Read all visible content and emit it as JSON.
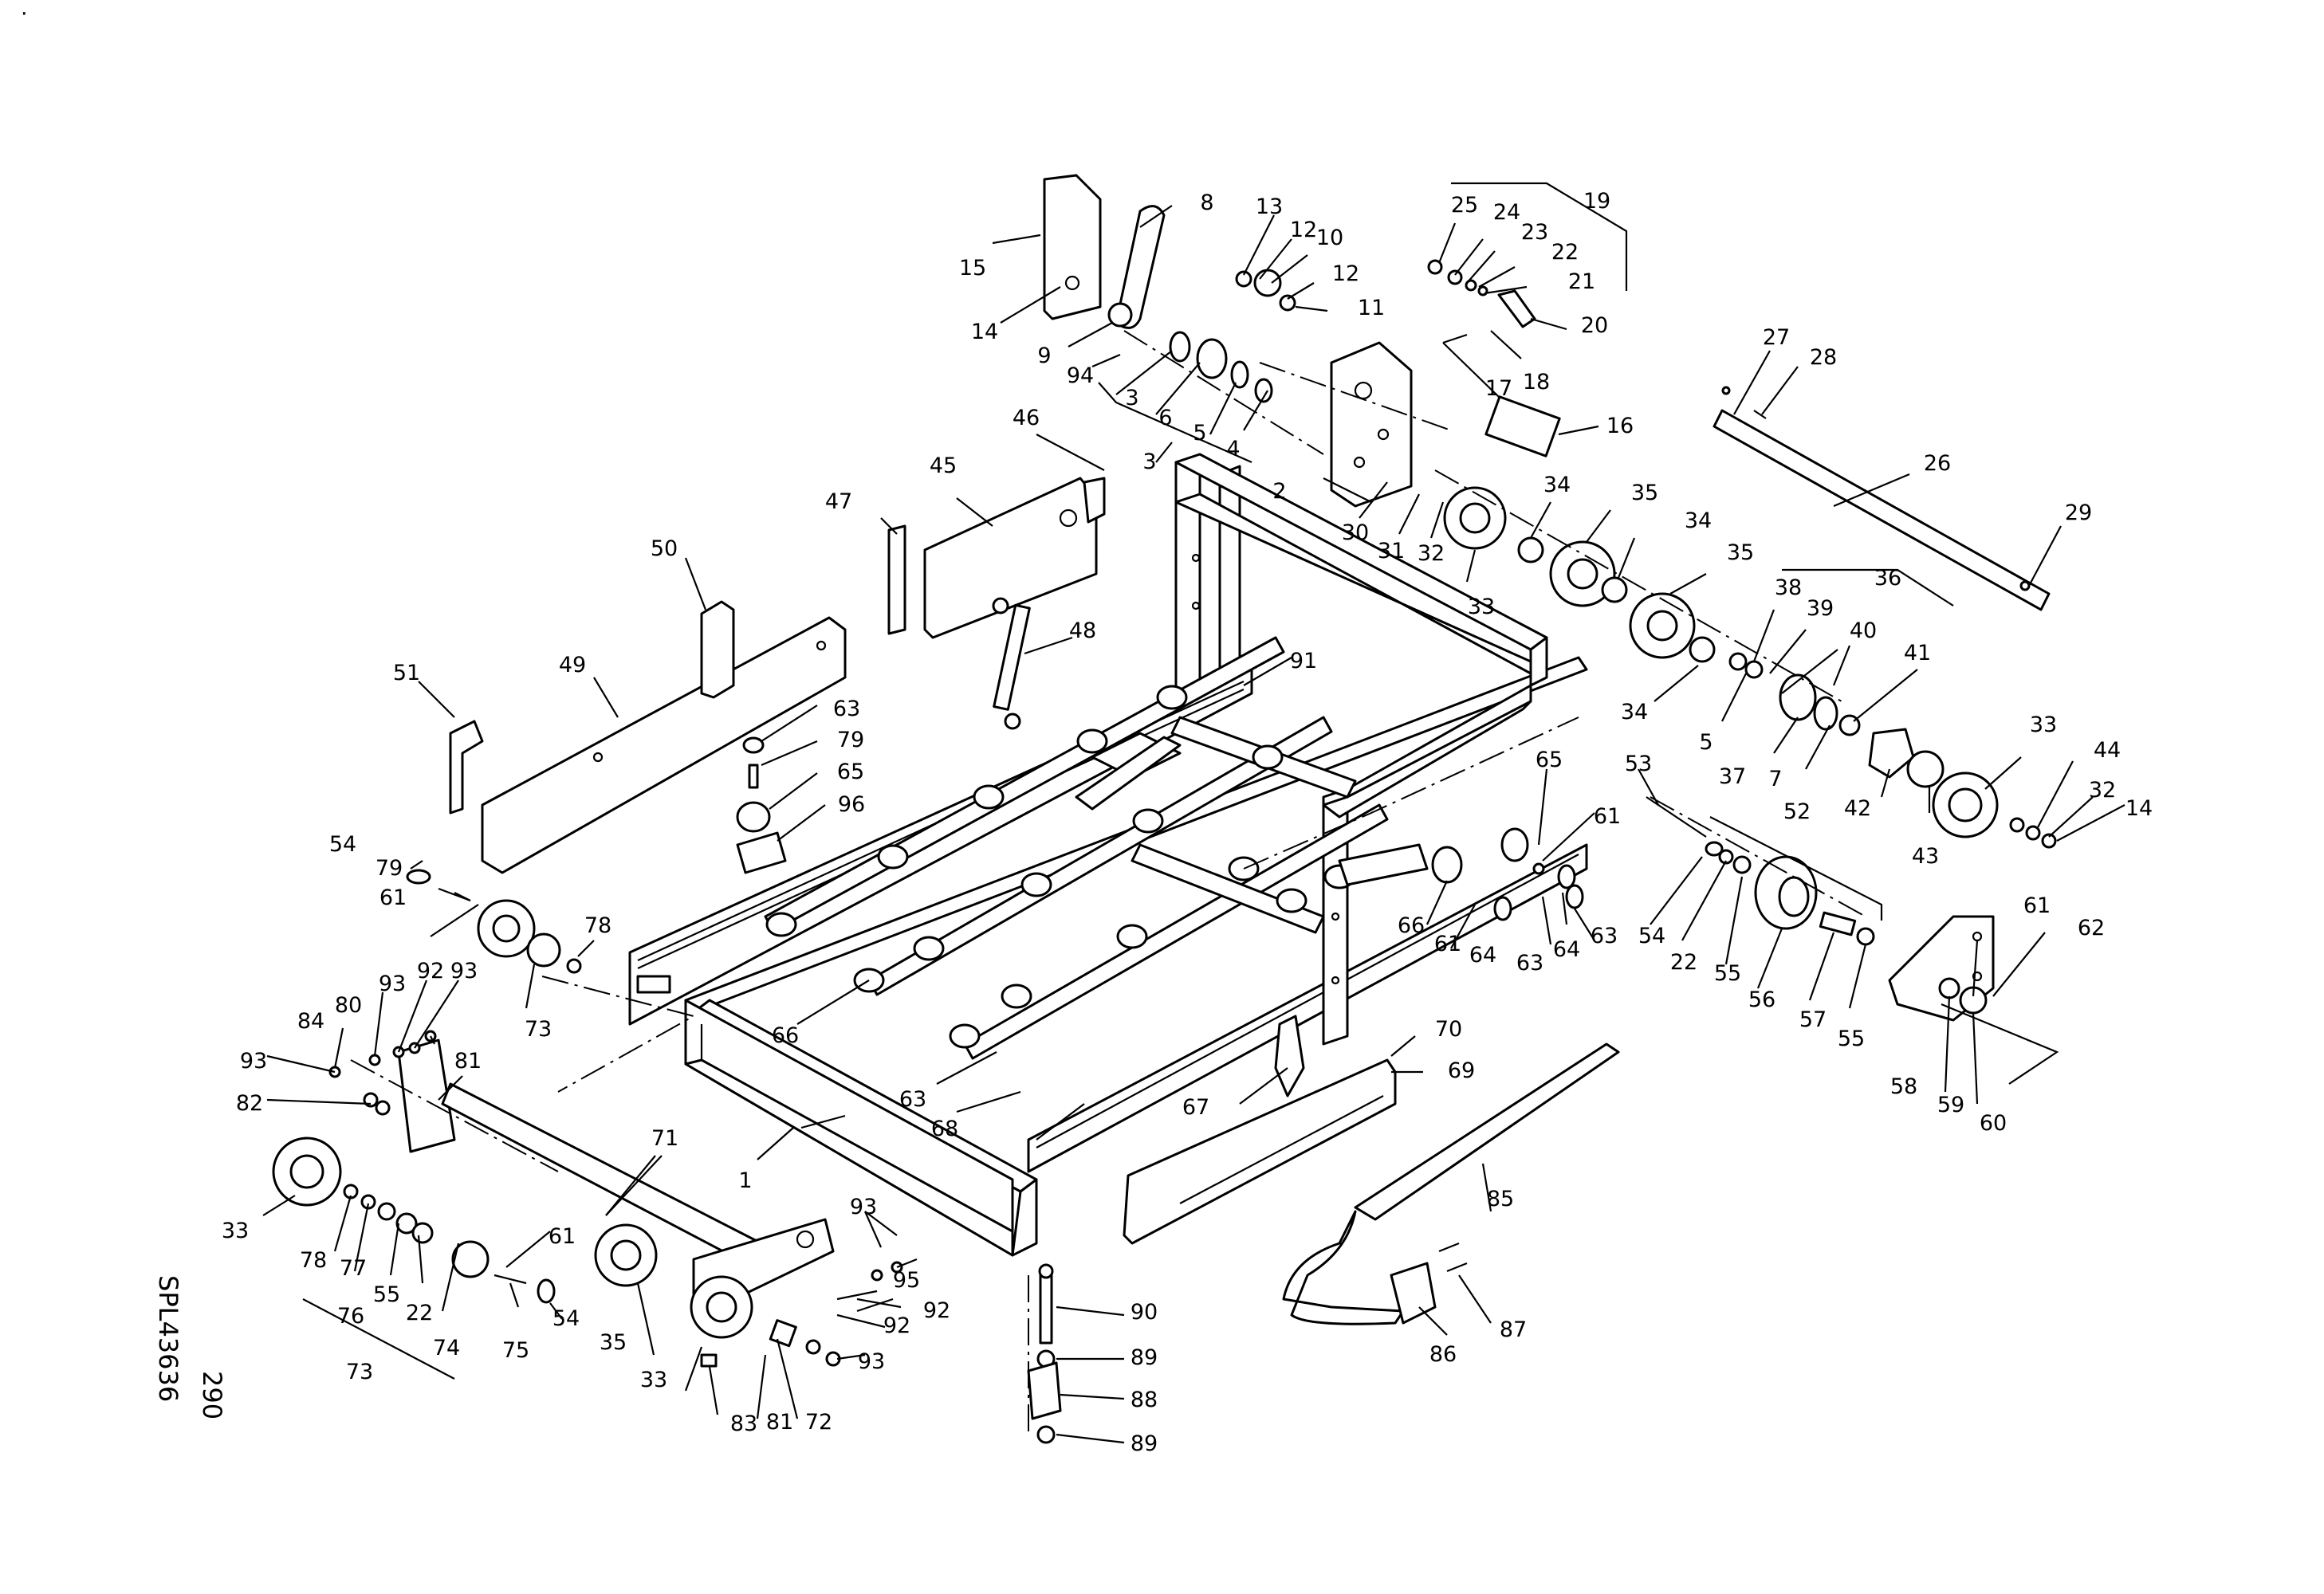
{
  "drawing": {
    "sheet_number": "290",
    "drawing_code": "SPL43636",
    "corner_mark": "·"
  },
  "callouts": [
    {
      "id": "c1",
      "text": "1"
    },
    {
      "id": "c2",
      "text": "2"
    },
    {
      "id": "c3a",
      "text": "3"
    },
    {
      "id": "c3b",
      "text": "3"
    },
    {
      "id": "c4",
      "text": "4"
    },
    {
      "id": "c5a",
      "text": "5"
    },
    {
      "id": "c5b",
      "text": "5"
    },
    {
      "id": "c6",
      "text": "6"
    },
    {
      "id": "c7",
      "text": "7"
    },
    {
      "id": "c8",
      "text": "8"
    },
    {
      "id": "c9",
      "text": "9"
    },
    {
      "id": "c10",
      "text": "10"
    },
    {
      "id": "c11",
      "text": "11"
    },
    {
      "id": "c12a",
      "text": "12"
    },
    {
      "id": "c12b",
      "text": "12"
    },
    {
      "id": "c13",
      "text": "13"
    },
    {
      "id": "c14a",
      "text": "14"
    },
    {
      "id": "c14b",
      "text": "14"
    },
    {
      "id": "c15",
      "text": "15"
    },
    {
      "id": "c16",
      "text": "16"
    },
    {
      "id": "c17",
      "text": "17"
    },
    {
      "id": "c18",
      "text": "18"
    },
    {
      "id": "c19",
      "text": "19"
    },
    {
      "id": "c20",
      "text": "20"
    },
    {
      "id": "c21",
      "text": "21"
    },
    {
      "id": "c22a",
      "text": "22"
    },
    {
      "id": "c22b",
      "text": "22"
    },
    {
      "id": "c22c",
      "text": "22"
    },
    {
      "id": "c23",
      "text": "23"
    },
    {
      "id": "c24",
      "text": "24"
    },
    {
      "id": "c25",
      "text": "25"
    },
    {
      "id": "c26",
      "text": "26"
    },
    {
      "id": "c27",
      "text": "27"
    },
    {
      "id": "c28",
      "text": "28"
    },
    {
      "id": "c29",
      "text": "29"
    },
    {
      "id": "c30",
      "text": "30"
    },
    {
      "id": "c31",
      "text": "31"
    },
    {
      "id": "c32a",
      "text": "32"
    },
    {
      "id": "c32b",
      "text": "32"
    },
    {
      "id": "c33a",
      "text": "33"
    },
    {
      "id": "c33b",
      "text": "33"
    },
    {
      "id": "c33c",
      "text": "33"
    },
    {
      "id": "c33d",
      "text": "33"
    },
    {
      "id": "c34a",
      "text": "34"
    },
    {
      "id": "c34b",
      "text": "34"
    },
    {
      "id": "c34c",
      "text": "34"
    },
    {
      "id": "c35a",
      "text": "35"
    },
    {
      "id": "c35b",
      "text": "35"
    },
    {
      "id": "c35c",
      "text": "35"
    },
    {
      "id": "c36",
      "text": "36"
    },
    {
      "id": "c37",
      "text": "37"
    },
    {
      "id": "c38",
      "text": "38"
    },
    {
      "id": "c39",
      "text": "39"
    },
    {
      "id": "c40",
      "text": "40"
    },
    {
      "id": "c41",
      "text": "41"
    },
    {
      "id": "c42",
      "text": "42"
    },
    {
      "id": "c43",
      "text": "43"
    },
    {
      "id": "c44",
      "text": "44"
    },
    {
      "id": "c45",
      "text": "45"
    },
    {
      "id": "c46",
      "text": "46"
    },
    {
      "id": "c47",
      "text": "47"
    },
    {
      "id": "c48",
      "text": "48"
    },
    {
      "id": "c49",
      "text": "49"
    },
    {
      "id": "c50",
      "text": "50"
    },
    {
      "id": "c51",
      "text": "51"
    },
    {
      "id": "c52",
      "text": "52"
    },
    {
      "id": "c53",
      "text": "53"
    },
    {
      "id": "c54a",
      "text": "54"
    },
    {
      "id": "c54b",
      "text": "54"
    },
    {
      "id": "c54c",
      "text": "54"
    },
    {
      "id": "c55a",
      "text": "55"
    },
    {
      "id": "c55b",
      "text": "55"
    },
    {
      "id": "c55c",
      "text": "55"
    },
    {
      "id": "c56",
      "text": "56"
    },
    {
      "id": "c57",
      "text": "57"
    },
    {
      "id": "c58",
      "text": "58"
    },
    {
      "id": "c59",
      "text": "59"
    },
    {
      "id": "c60",
      "text": "60"
    },
    {
      "id": "c61a",
      "text": "61"
    },
    {
      "id": "c61b",
      "text": "61"
    },
    {
      "id": "c61c",
      "text": "61"
    },
    {
      "id": "c61d",
      "text": "61"
    },
    {
      "id": "c61e",
      "text": "61"
    },
    {
      "id": "c62",
      "text": "62"
    },
    {
      "id": "c63a",
      "text": "63"
    },
    {
      "id": "c63b",
      "text": "63"
    },
    {
      "id": "c63c",
      "text": "63"
    },
    {
      "id": "c63d",
      "text": "63"
    },
    {
      "id": "c64a",
      "text": "64"
    },
    {
      "id": "c64b",
      "text": "64"
    },
    {
      "id": "c65a",
      "text": "65"
    },
    {
      "id": "c65b",
      "text": "65"
    },
    {
      "id": "c66a",
      "text": "66"
    },
    {
      "id": "c66b",
      "text": "66"
    },
    {
      "id": "c67",
      "text": "67"
    },
    {
      "id": "c68",
      "text": "68"
    },
    {
      "id": "c69",
      "text": "69"
    },
    {
      "id": "c70",
      "text": "70"
    },
    {
      "id": "c71",
      "text": "71"
    },
    {
      "id": "c72",
      "text": "72"
    },
    {
      "id": "c73a",
      "text": "73"
    },
    {
      "id": "c73b",
      "text": "73"
    },
    {
      "id": "c74",
      "text": "74"
    },
    {
      "id": "c75",
      "text": "75"
    },
    {
      "id": "c76",
      "text": "76"
    },
    {
      "id": "c77",
      "text": "77"
    },
    {
      "id": "c78a",
      "text": "78"
    },
    {
      "id": "c78b",
      "text": "78"
    },
    {
      "id": "c79a",
      "text": "79"
    },
    {
      "id": "c79b",
      "text": "79"
    },
    {
      "id": "c80",
      "text": "80"
    },
    {
      "id": "c81a",
      "text": "81"
    },
    {
      "id": "c81b",
      "text": "81"
    },
    {
      "id": "c82",
      "text": "82"
    },
    {
      "id": "c83",
      "text": "83"
    },
    {
      "id": "c84",
      "text": "84"
    },
    {
      "id": "c85",
      "text": "85"
    },
    {
      "id": "c86",
      "text": "86"
    },
    {
      "id": "c87",
      "text": "87"
    },
    {
      "id": "c88",
      "text": "88"
    },
    {
      "id": "c89a",
      "text": "89"
    },
    {
      "id": "c89b",
      "text": "89"
    },
    {
      "id": "c90",
      "text": "90"
    },
    {
      "id": "c91",
      "text": "91"
    },
    {
      "id": "c92a",
      "text": "92"
    },
    {
      "id": "c92b",
      "text": "92"
    },
    {
      "id": "c92c",
      "text": "92"
    },
    {
      "id": "c93a",
      "text": "93"
    },
    {
      "id": "c93b",
      "text": "93"
    },
    {
      "id": "c93c",
      "text": "93"
    },
    {
      "id": "c93d",
      "text": "93"
    },
    {
      "id": "c93e",
      "text": "93"
    },
    {
      "id": "c94",
      "text": "94"
    },
    {
      "id": "c95",
      "text": "95"
    },
    {
      "id": "c96",
      "text": "96"
    }
  ]
}
